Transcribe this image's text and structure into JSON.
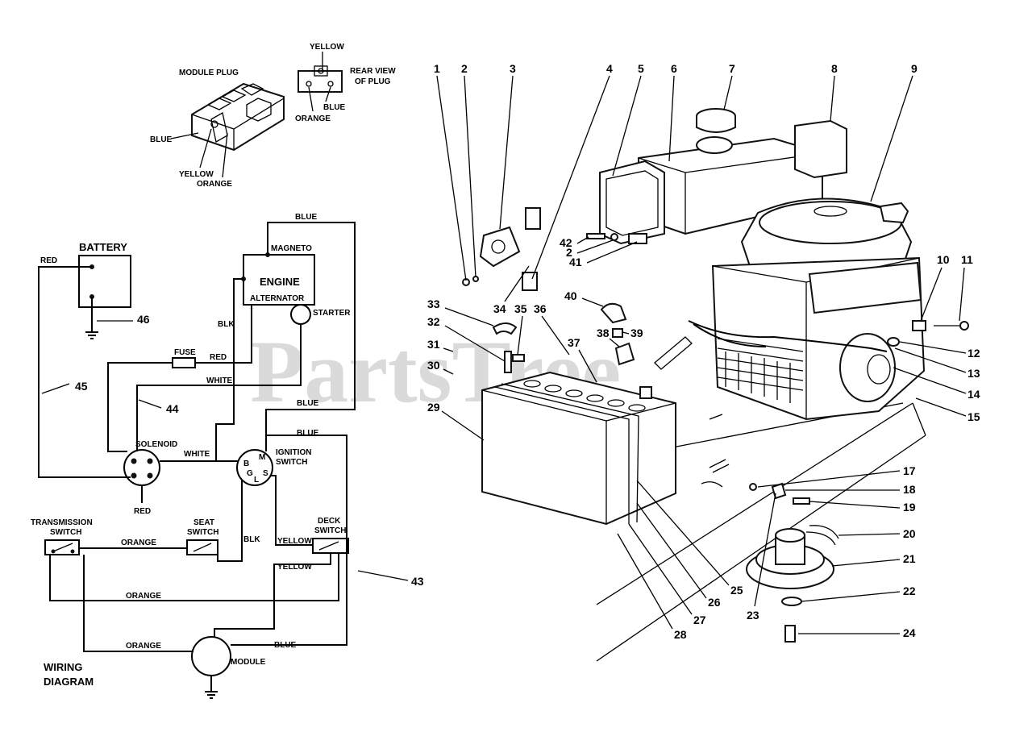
{
  "watermark": "PartsTree",
  "plug": {
    "module_plug": "MODULE PLUG",
    "rear_view": "REAR VIEW",
    "of_plug": "OF PLUG",
    "yellow": "YELLOW",
    "blue": "BLUE",
    "orange": "ORANGE"
  },
  "wiring": {
    "battery": "BATTERY",
    "red": "RED",
    "blue": "BLUE",
    "magneto": "MAGNETO",
    "engine": "ENGINE",
    "alternator": "ALTERNATOR",
    "starter": "STARTER",
    "blk": "BLK",
    "fuse": "FUSE",
    "white": "WHITE",
    "solenoid": "SOLENOID",
    "ignition": "IGNITION",
    "switch": "SWITCH",
    "transmission_switch": "TRANSMISSION",
    "seat": "SEAT",
    "deck": "DECK",
    "orange": "ORANGE",
    "yellow": "YELLOW",
    "module": "MODULE",
    "wiring": "WIRING",
    "diagram": "DIAGRAM",
    "term_b": "B",
    "term_m": "M",
    "term_g": "G",
    "term_l": "L",
    "term_s": "S"
  },
  "callouts": {
    "c1": "1",
    "c2": "2",
    "c3": "3",
    "c4": "4",
    "c5": "5",
    "c6": "6",
    "c7": "7",
    "c8": "8",
    "c9": "9",
    "c10": "10",
    "c11": "11",
    "c12": "12",
    "c13": "13",
    "c14": "14",
    "c15": "15",
    "c17": "17",
    "c18": "18",
    "c19": "19",
    "c20": "20",
    "c21": "21",
    "c22": "22",
    "c23": "23",
    "c24": "24",
    "c25": "25",
    "c26": "26",
    "c27": "27",
    "c28": "28",
    "c29": "29",
    "c30": "30",
    "c31": "31",
    "c32": "32",
    "c33": "33",
    "c34": "34",
    "c35": "35",
    "c36": "36",
    "c37": "37",
    "c38": "38",
    "c39": "39",
    "c40": "40",
    "c41": "41",
    "c42": "42",
    "c2b": "2",
    "c43": "43",
    "c44": "44",
    "c45": "45",
    "c46": "46"
  }
}
